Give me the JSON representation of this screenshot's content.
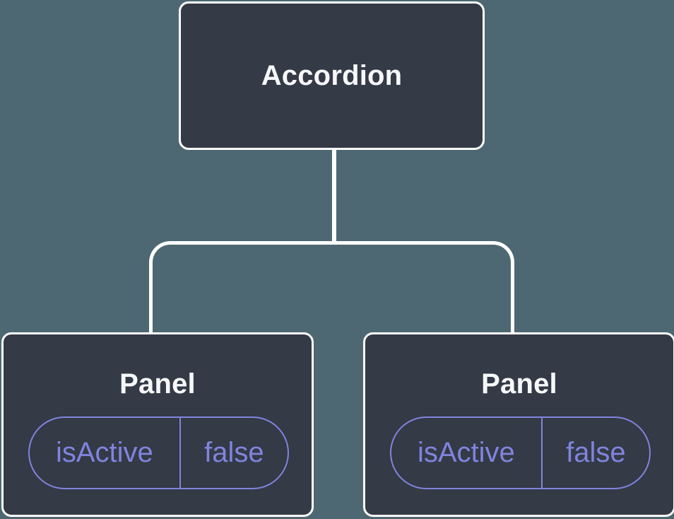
{
  "diagram": {
    "root": {
      "label": "Accordion"
    },
    "panels": [
      {
        "label": "Panel",
        "state": {
          "key": "isActive",
          "value": "false"
        }
      },
      {
        "label": "Panel",
        "state": {
          "key": "isActive",
          "value": "false"
        }
      }
    ]
  },
  "theme": {
    "bg": "#4d6872",
    "node-fill": "#343a46",
    "node-text": "#f6f7f9",
    "connector": "#ffffff",
    "accent": "#8084de"
  }
}
